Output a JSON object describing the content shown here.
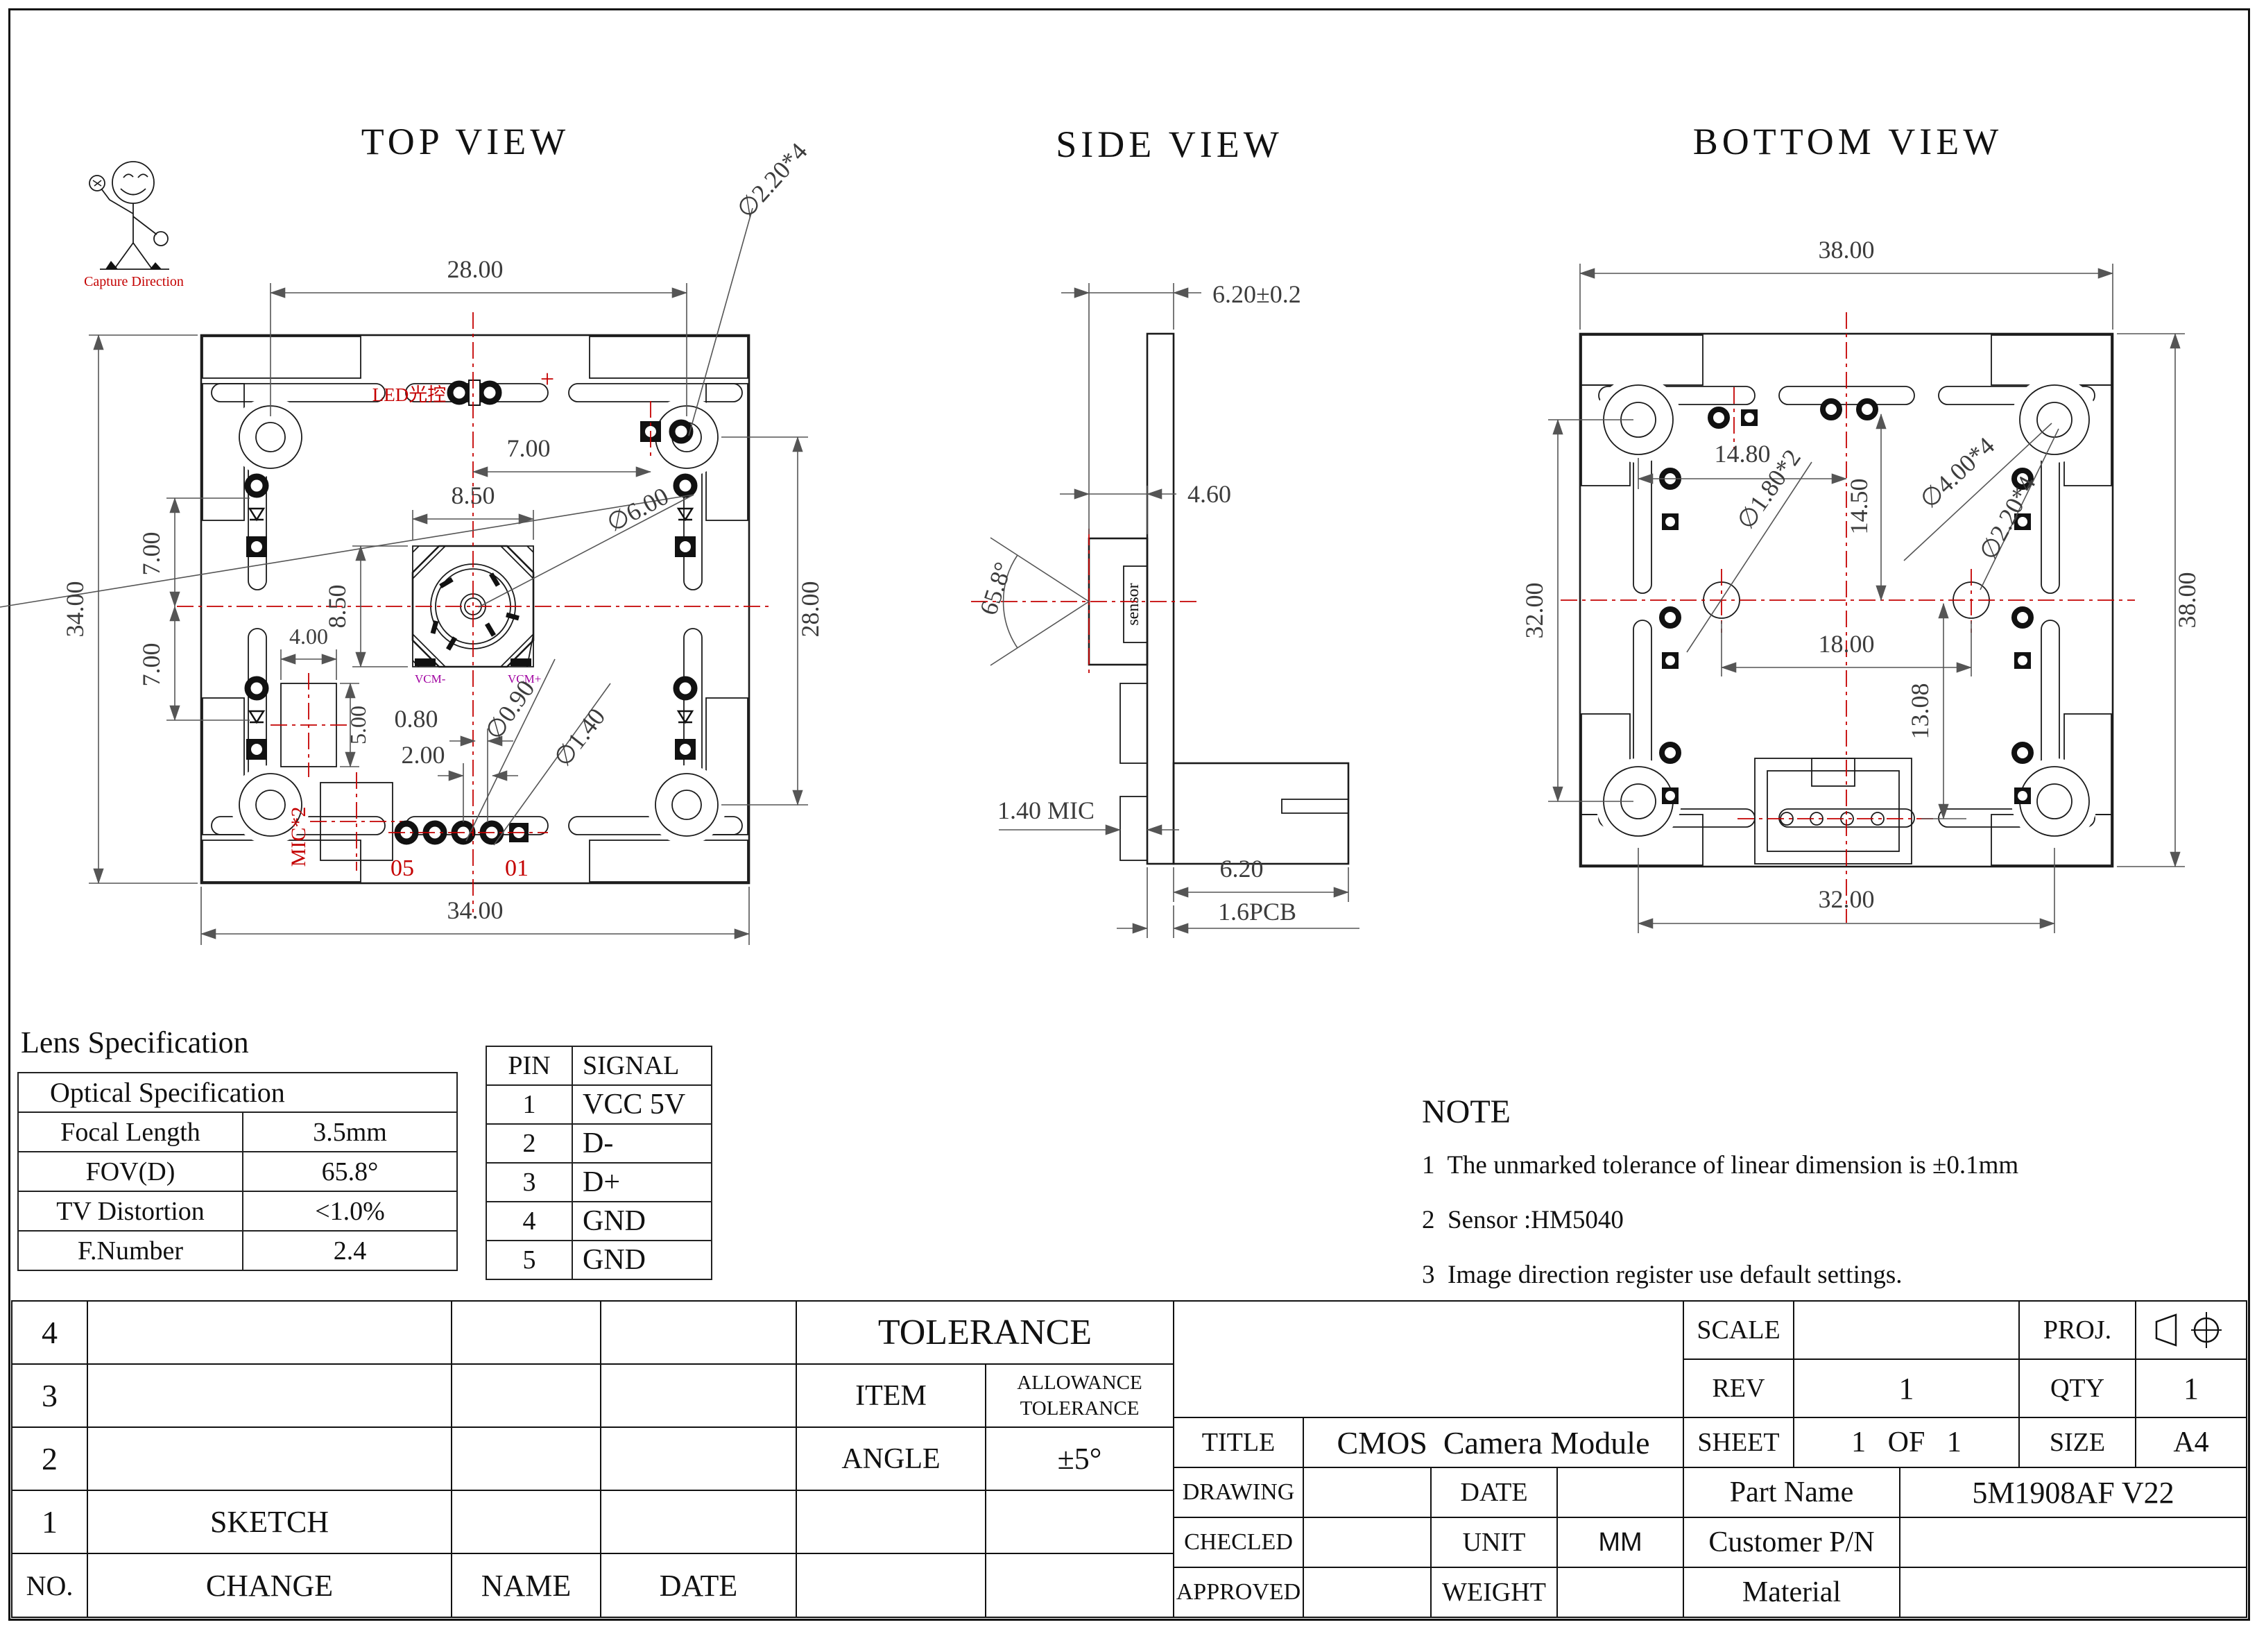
{
  "logo": {
    "brand": "Capture Direction"
  },
  "views": {
    "top": {
      "title": "TOP VIEW",
      "dims": {
        "w28": "28.00",
        "hole": "∅2.20*4",
        "d7": "7.00",
        "w85": "8.50",
        "h85": "8.50",
        "lens": "∅6.00",
        "h34": "34.00",
        "s7a": "7.00",
        "s7b": "7.00",
        "h28": "28.00",
        "w34": "34.00",
        "m4": "4.00",
        "m5": "5.00",
        "p08": "0.80",
        "p2": "2.00",
        "d09": "∅0.90",
        "d14": "∅1.40"
      },
      "labels": {
        "led": "LED光控",
        "plus": "+",
        "mic": "MIC*2",
        "p05": "05",
        "p01": "01",
        "vcm_l": "VCM-",
        "vcm_r": "VCM+"
      }
    },
    "side": {
      "title": "SIDE VIEW",
      "dims": {
        "depth": "6.20±0.2",
        "d46": "4.60",
        "fov": "65.8°",
        "mic": "1.40 MIC",
        "conn": "6.20",
        "pcb": "1.6PCB"
      },
      "labels": {
        "sensor": "sensor"
      }
    },
    "bottom": {
      "title": "BOTTOM VIEW",
      "dims": {
        "w38": "38.00",
        "d148": "14.80",
        "d145": "14.50",
        "holes": "∅4.00*4",
        "holes2": "∅2.20*4",
        "pins": "∅1.80*2",
        "h32": "32.00",
        "d18": "18.00",
        "d1308": "13.08",
        "h38": "38.00",
        "w32": "32.00"
      }
    }
  },
  "lens_table": {
    "heading": "Lens Specification",
    "header": "Optical Specification",
    "rows": [
      {
        "label": "Focal Length",
        "value": "3.5mm"
      },
      {
        "label": "FOV(D)",
        "value": "65.8°"
      },
      {
        "label": "TV Distortion",
        "value": "<1.0%"
      },
      {
        "label": "F.Number",
        "value": "2.4"
      }
    ]
  },
  "pin_table": {
    "headers": [
      "PIN",
      "SIGNAL"
    ],
    "rows": [
      [
        "1",
        "VCC 5V"
      ],
      [
        "2",
        "D-"
      ],
      [
        "3",
        "D+"
      ],
      [
        "4",
        "GND"
      ],
      [
        "5",
        "GND"
      ]
    ]
  },
  "note": {
    "heading": "NOTE",
    "items": [
      "1  The unmarked tolerance of linear dimension is ±0.1mm",
      "2  Sensor :HM5040",
      "3  Image direction register use default settings."
    ]
  },
  "title_block": {
    "left": {
      "r4": "4",
      "r3": "3",
      "r2": "2",
      "r1": "1",
      "sketch": "SKETCH",
      "no": "NO.",
      "change": "CHANGE",
      "name": "NAME",
      "date": "DATE"
    },
    "tolerance": {
      "title": "TOLERANCE",
      "item": "ITEM",
      "line1": "ALLOWANCE",
      "line2": "TOLERANCE",
      "angle": "ANGLE",
      "angle_value": "±5°"
    },
    "right": {
      "scale": "SCALE",
      "proj": "PROJ.",
      "rev": "REV",
      "rev_value": "1",
      "qty": "QTY",
      "qty_value": "1",
      "title_label": "TITLE",
      "title_value": "CMOS  Camera Module",
      "sheet": "SHEET",
      "sheet_value": "1   OF   1",
      "size": "SIZE",
      "size_value": "A4",
      "drawing": "DRAWING",
      "date": "DATE",
      "part_name": "Part Name",
      "part_value": "5M1908AF V22",
      "checked": "CHECLED",
      "unit": "UNIT",
      "unit_value": "MM",
      "customer": "Customer P/N",
      "approved": "APPROVED",
      "weight": "WEIGHT",
      "material": "Material"
    }
  }
}
